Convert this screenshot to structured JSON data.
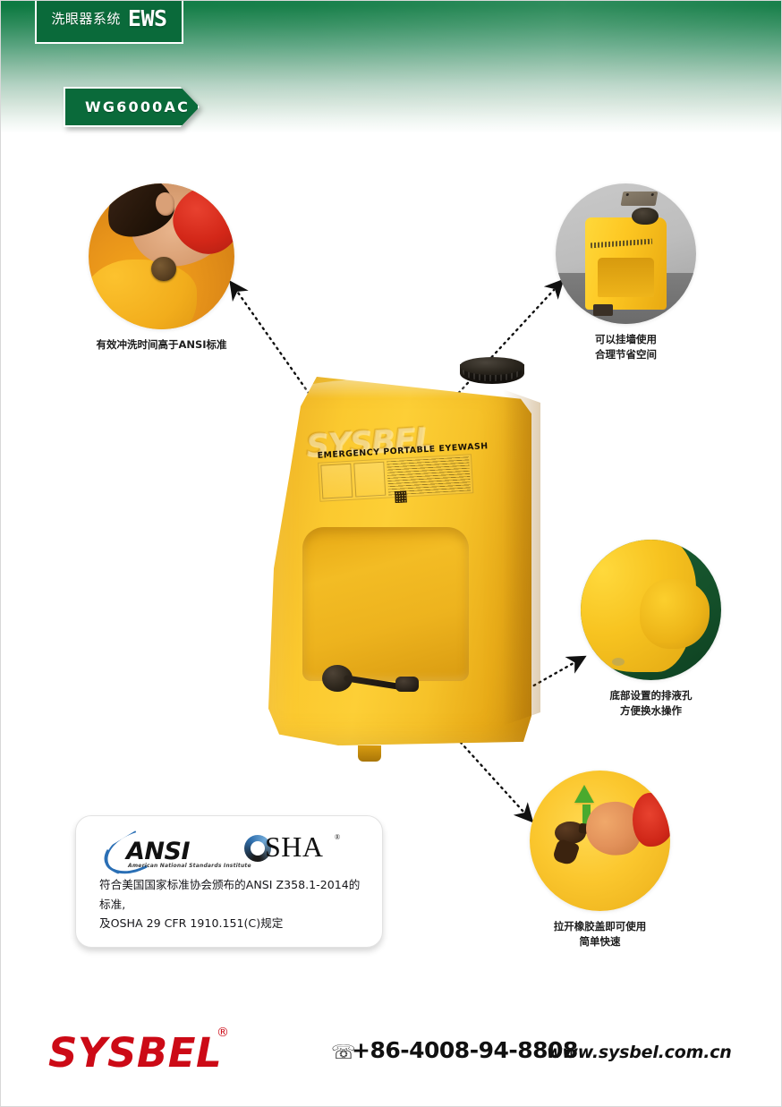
{
  "header": {
    "category_cn": "洗眼器系统",
    "category_en": "EWS",
    "model": "WG6000AC"
  },
  "product": {
    "label_title": "EMERGENCY PORTABLE EYEWASH",
    "emboss_brand": "SYSBEL"
  },
  "callouts": [
    {
      "id": "flush-time",
      "icon": "eyewash-nozzle-photo",
      "line1": "有效冲洗时间高于ANSI标准",
      "line2": ""
    },
    {
      "id": "wall-mount",
      "icon": "wall-mounted-unit-photo",
      "line1": "可以挂墙使用",
      "line2": "合理节省空间"
    },
    {
      "id": "drain-hole",
      "icon": "bottom-drain-photo",
      "line1": "底部设置的排液孔",
      "line2": "方便换水操作"
    },
    {
      "id": "rubber-cap",
      "icon": "pull-rubber-cap-photo",
      "line1": "拉开橡胶盖即可使用",
      "line2": "简单快速"
    }
  ],
  "certification": {
    "ansi_word": "ANSI",
    "ansi_sub": "American National Standards Institute",
    "osha_word": "SHA",
    "osha_registered": "®",
    "text_line1": "符合美国国家标准协会颁布的ANSI  Z358.1-2014的标准,",
    "text_line2": "及OSHA  29  CFR  1910.151(C)规定"
  },
  "footer": {
    "brand": "SYSBEL",
    "brand_registered": "®",
    "phone_icon": "phone-handset-icon",
    "phone": "+86-4008-94-8808",
    "website": "www.sysbel.com.cn"
  },
  "colors": {
    "brand_green": "#0a6a3a",
    "brand_red": "#cc0a16",
    "product_yellow": "#fdcf36",
    "ansi_blue": "#2a6fb5"
  }
}
